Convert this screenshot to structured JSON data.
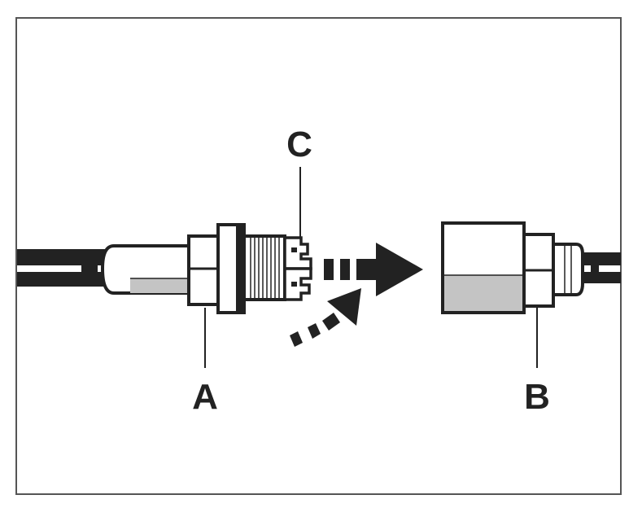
{
  "diagram": {
    "labels": {
      "a": "A",
      "b": "B",
      "c": "C"
    },
    "colors": {
      "ink": "#222222",
      "paper": "#ffffff",
      "frame": "#555555",
      "shade": "#c4c4c4"
    }
  }
}
